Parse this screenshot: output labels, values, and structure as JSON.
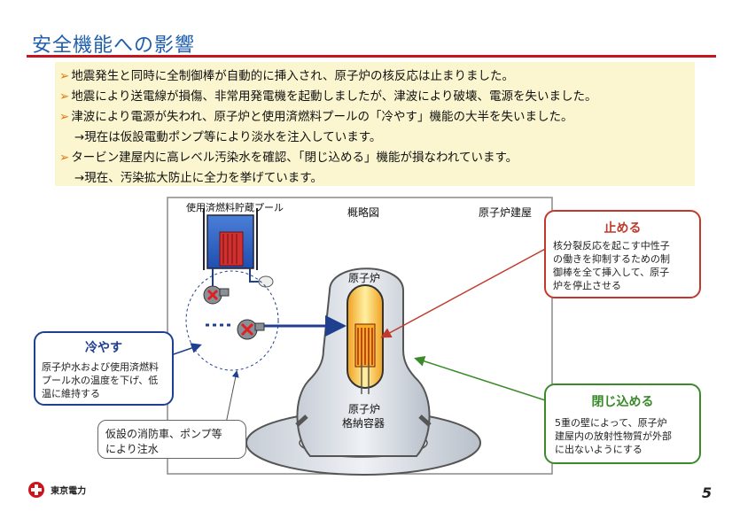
{
  "title": "安全機能への影響",
  "bullets": [
    {
      "marker": "➢",
      "text": "地震発生と同時に全制御棒が自動的に挿入され、原子炉の核反応は止まりました。"
    },
    {
      "marker": "➢",
      "text": "地震により送電線が損傷、非常用発電機を起動しましたが、津波により破壊、電源を失いました。"
    },
    {
      "marker": "➢",
      "text": "津波により電源が失われ、原子炉と使用済燃料プールの「冷やす」機能の大半を失いました。"
    },
    {
      "marker": "",
      "text": "→現在は仮設電動ポンプ等により淡水を注入しています。"
    },
    {
      "marker": "➢",
      "text": "タービン建屋内に高レベル汚染水を確認、「閉じ込める」機能が損なわれています。"
    },
    {
      "marker": "",
      "text": "→現在、汚染拡大防止に全力を挙げています。"
    }
  ],
  "diagram": {
    "pool_label": "使用済燃料貯蔵プール",
    "overview_label": "概略図",
    "building_label": "原子炉建屋",
    "reactor_label": "原子炉",
    "containment_label_1": "原子炉",
    "containment_label_2": "格納容器"
  },
  "callouts": {
    "stop": {
      "title": "止める",
      "lines": [
        "核分裂反応を起こす中性子",
        "の働きを抑制するための制",
        "御棒を全て挿入して、原子",
        "炉を停止させる"
      ],
      "color": "#c0392b"
    },
    "cool": {
      "title": "冷やす",
      "lines": [
        "原子炉水および使用済燃料",
        "プール水の温度を下げ、低",
        "温に維持する"
      ],
      "color": "#1f3f8f"
    },
    "contain": {
      "title": "閉じ込める",
      "lines": [
        "5重の壁によって、原子炉",
        "建屋内の放射性物質が外部",
        "に出ないようにする"
      ],
      "color": "#3a8a2a"
    },
    "fire_truck": {
      "lines": [
        "仮設の消防車、ポンプ等",
        "により注水"
      ]
    }
  },
  "footer": {
    "company": "東京電力",
    "page": "5"
  },
  "colors": {
    "title": "#1f5fae",
    "rule": "#c8141e",
    "bullet_bg": "#fbf6cf",
    "bullet_marker": "#e07a10",
    "arrow_blue": "#1f3f8f",
    "arrow_red": "#c0392b",
    "arrow_green": "#3a8a2a"
  }
}
